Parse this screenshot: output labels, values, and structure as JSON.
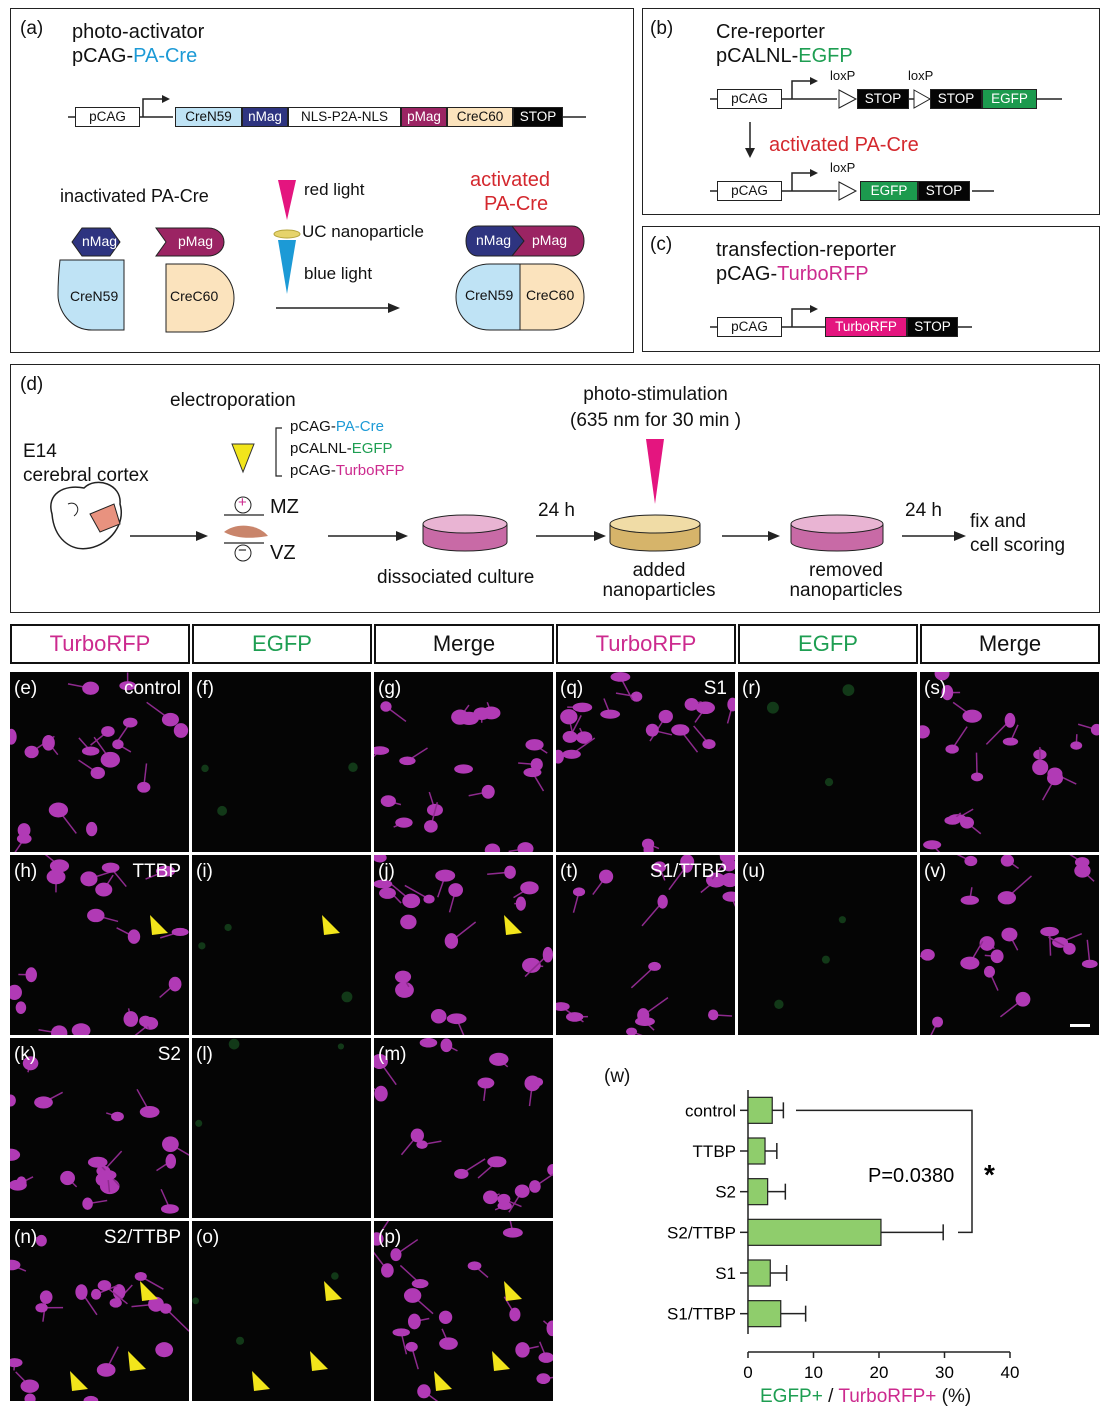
{
  "a": {
    "label": "(a)",
    "title1": "photo-activator",
    "title2_prefix": "pCAG-",
    "title2_colored": "PA-Cre",
    "construct": [
      "pCAG",
      "CreN59",
      "nMag",
      "NLS-P2A-NLS",
      "pMag",
      "CreC60",
      "STOP"
    ],
    "inactivated": "inactivated PA-Cre",
    "activated1": "activated",
    "activated2": "PA-Cre",
    "red_light": "red light",
    "uc": "UC nanoparticle",
    "blue_light": "blue light",
    "nMag": "nMag",
    "pMag": "pMag",
    "creN59": "CreN59",
    "creC60": "CreC60"
  },
  "b": {
    "label": "(b)",
    "title1": "Cre-reporter",
    "title2_prefix": "pCALNL-",
    "title2_colored": "EGFP",
    "loxP": "loxP",
    "pCAG": "pCAG",
    "stop": "STOP",
    "egfp": "EGFP",
    "activated": "activated PA-Cre"
  },
  "c": {
    "label": "(c)",
    "title1": "transfection-reporter",
    "title2_prefix": "pCAG-",
    "title2_colored": "TurboRFP",
    "pCAG": "pCAG",
    "turbo": "TurboRFP",
    "stop": "STOP"
  },
  "d": {
    "label": "(d)",
    "e14_1": "E14",
    "e14_2": "cerebral cortex",
    "electroporation": "electroporation",
    "p1_prefix": "pCAG-",
    "p1_colored": "PA-Cre",
    "p2_prefix": "pCALNL-",
    "p2_colored": "EGFP",
    "p3_prefix": "pCAG-",
    "p3_colored": "TurboRFP",
    "mz": "MZ",
    "vz": "VZ",
    "plus": "+",
    "minus": "−",
    "dissociated": "dissociated culture",
    "h24a": "24 h",
    "photo1": "photo-stimulation",
    "photo2": "(635 nm for 30 min )",
    "added1": "added",
    "added2": "nanoparticles",
    "removed1": "removed",
    "removed2": "nanoparticles",
    "h24b": "24 h",
    "fix1": "fix and",
    "fix2": "cell scoring"
  },
  "headers": [
    "TurboRFP",
    "EGFP",
    "Merge",
    "TurboRFP",
    "EGFP",
    "Merge"
  ],
  "panels": {
    "e": {
      "l": "(e)",
      "t": "control"
    },
    "f": {
      "l": "(f)",
      "t": ""
    },
    "g": {
      "l": "(g)",
      "t": ""
    },
    "q": {
      "l": "(q)",
      "t": "S1"
    },
    "r": {
      "l": "(r)",
      "t": ""
    },
    "s": {
      "l": "(s)",
      "t": ""
    },
    "h": {
      "l": "(h)",
      "t": "TTBP"
    },
    "i": {
      "l": "(i)",
      "t": ""
    },
    "j": {
      "l": "(j)",
      "t": ""
    },
    "t": {
      "l": "(t)",
      "t": "S1/TTBP"
    },
    "u": {
      "l": "(u)",
      "t": ""
    },
    "v": {
      "l": "(v)",
      "t": ""
    },
    "k": {
      "l": "(k)",
      "t": "S2"
    },
    "l": {
      "l": "(l)",
      "t": ""
    },
    "m": {
      "l": "(m)",
      "t": ""
    },
    "n": {
      "l": "(n)",
      "t": "S2/TTBP"
    },
    "o": {
      "l": "(o)",
      "t": ""
    },
    "p": {
      "l": "(p)",
      "t": ""
    }
  },
  "w_label": "(w)",
  "chart_data": {
    "type": "bar",
    "orientation": "horizontal",
    "categories": [
      "control",
      "TTBP",
      "S2",
      "S2/TTBP",
      "S1",
      "S1/TTBP"
    ],
    "values": [
      3.7,
      2.6,
      3.0,
      20.3,
      3.4,
      5.0
    ],
    "errors": [
      1.7,
      1.8,
      2.7,
      9.5,
      2.5,
      3.8
    ],
    "xlim": [
      0,
      40
    ],
    "xticks": [
      0,
      10,
      20,
      30,
      40
    ],
    "xlabel_part1": "EGFP+",
    "xlabel_sep": " / ",
    "xlabel_part2": "TurboRFP+",
    "xlabel_unit": " (%)",
    "annotation": "P=0.0380",
    "significance": "*",
    "bar_color": "#8fcd6c"
  },
  "colors": {
    "cyan": "#1c9ad6",
    "green": "#1e9e52",
    "red": "#d4282e",
    "magenta": "#cc2a8e",
    "navy": "#2e3480",
    "plum": "#9b2463",
    "lightblue": "#bfe3f5",
    "peach": "#fbe3bd",
    "egfp": "#1c9a4e",
    "turbo": "#e4157f"
  }
}
